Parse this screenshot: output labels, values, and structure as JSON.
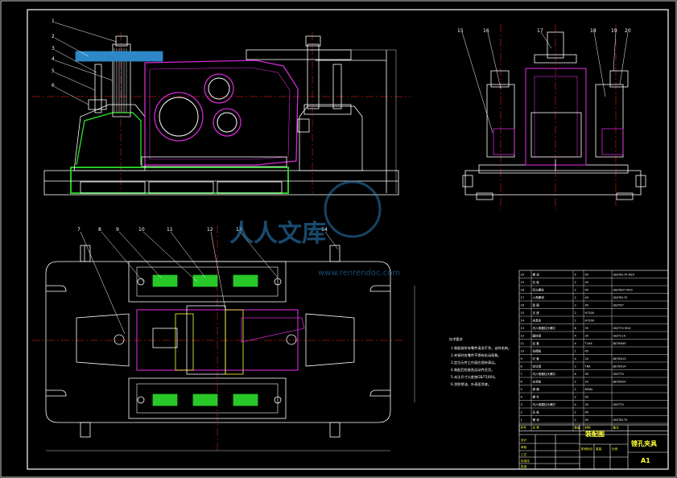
{
  "colors": {
    "background": "#000000",
    "outline": "#ffffff",
    "centerline": "#ff2020",
    "hatch": "#28c828",
    "workpiece": "#d22ad2",
    "text_yellow": "#ffff3c",
    "watermark": "#2e88c8"
  },
  "front_view_labels": [
    "1",
    "2",
    "3",
    "4",
    "5",
    "6"
  ],
  "side_view_labels": [
    "15",
    "16",
    "17",
    "18",
    "19",
    "20"
  ],
  "top_view_labels": [
    "7",
    "8",
    "9",
    "10",
    "11",
    "12",
    "13",
    "14"
  ],
  "notes_title": "技术要求",
  "notes": [
    "1.装配前所有零件清洗干净，去除毛刺。",
    "2.夹紧时各零件不得有松动现象。",
    "3.定位元件工作面应保持清洁。",
    "4.装配后检查各运动件灵活。",
    "5.未注尺寸公差按GB/T1804。",
    "6.涂防锈油，外表面涂漆。"
  ],
  "bom_rows": [
    {
      "no": "20",
      "name": "螺 母",
      "qty": "4",
      "material": "45",
      "std": "GB/T6170 M20"
    },
    {
      "no": "19",
      "name": "压 板",
      "qty": "2",
      "material": "45",
      "std": ""
    },
    {
      "no": "18",
      "name": "双头螺柱",
      "qty": "2",
      "material": "45",
      "std": "GB/T897 M20"
    },
    {
      "no": "17",
      "name": "六角螺母",
      "qty": "2",
      "material": "45",
      "std": "GB/T6170"
    },
    {
      "no": "16",
      "name": "垫 圈",
      "qty": "2",
      "material": "45",
      "std": "GB/T97"
    },
    {
      "no": "15",
      "name": "支 座",
      "qty": "2",
      "material": "HT200",
      "std": ""
    },
    {
      "no": "14",
      "name": "夹具体",
      "qty": "1",
      "material": "HT200",
      "std": ""
    },
    {
      "no": "13",
      "name": "内六角圆柱头螺钉",
      "qty": "8",
      "material": "35",
      "std": "GB/T70 M10"
    },
    {
      "no": "12",
      "name": "圆柱销",
      "qty": "4",
      "material": "35",
      "std": "GB/T119"
    },
    {
      "no": "11",
      "name": "钻 套",
      "qty": "4",
      "material": "T10A",
      "std": "JB/T8045"
    },
    {
      "no": "10",
      "name": "钻模板",
      "qty": "1",
      "material": "45",
      "std": ""
    },
    {
      "no": "9",
      "name": "衬 套",
      "qty": "4",
      "material": "20",
      "std": "JB/T8013"
    },
    {
      "no": "8",
      "name": "定位销",
      "qty": "2",
      "material": "T8A",
      "std": "JB/T8014"
    },
    {
      "no": "7",
      "name": "内六角圆柱头螺钉",
      "qty": "6",
      "material": "35",
      "std": "GB/T70"
    },
    {
      "no": "6",
      "name": "支承板",
      "qty": "2",
      "material": "20",
      "std": "JB/T8029"
    },
    {
      "no": "5",
      "name": "弹 簧",
      "qty": "2",
      "material": "65Mn",
      "std": ""
    },
    {
      "no": "4",
      "name": "螺 杆",
      "qty": "2",
      "material": "45",
      "std": ""
    },
    {
      "no": "3",
      "name": "内六角圆柱头螺钉",
      "qty": "4",
      "material": "35",
      "std": "GB/T70"
    },
    {
      "no": "2",
      "name": "压 板",
      "qty": "2",
      "material": "45",
      "std": ""
    },
    {
      "no": "1",
      "name": "螺 母",
      "qty": "2",
      "material": "45",
      "std": "GB/T6170"
    }
  ],
  "bom_header": {
    "no": "序号",
    "name": "名 称",
    "qty": "数量",
    "material": "材料",
    "std": "备注"
  },
  "title_block": {
    "drawing_type": "装配图",
    "title": "镗孔夹具",
    "sheet_size": "A1",
    "row_labels": [
      "设计",
      "审核",
      "工艺",
      "标准化",
      "批准"
    ],
    "col_labels": [
      "阶段标记",
      "重量",
      "比例"
    ]
  },
  "watermark": {
    "text": "人人文库",
    "url": "www.renrendoc.com"
  }
}
